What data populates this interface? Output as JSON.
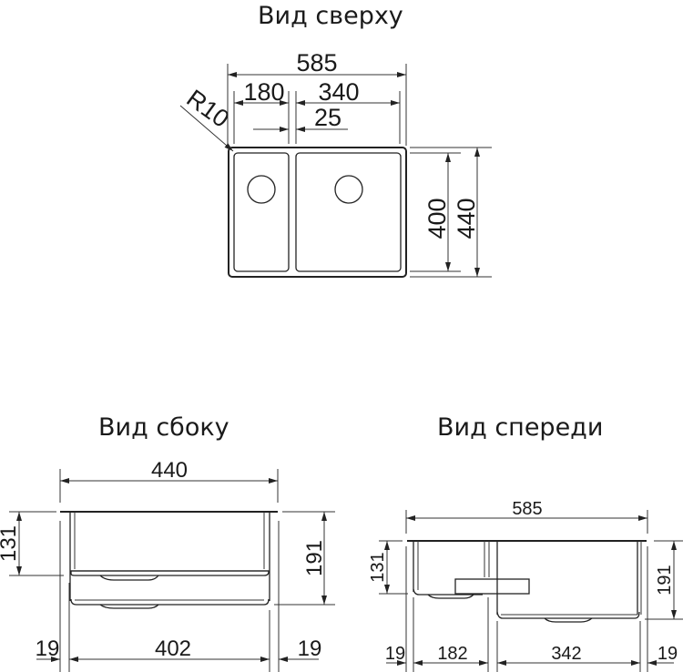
{
  "views": {
    "top": {
      "title": "Вид сверху",
      "dims": {
        "overall_width": "585",
        "left_bowl_width": "180",
        "right_bowl_width": "340",
        "divider": "25",
        "radius": "R10",
        "inner_depth": "400",
        "overall_depth": "440"
      }
    },
    "side": {
      "title": "Вид сбоку",
      "dims": {
        "overall_width": "440",
        "small_bowl_height": "131",
        "large_bowl_height": "191",
        "left_flange": "19",
        "inner_width": "402",
        "right_flange": "19"
      }
    },
    "front": {
      "title": "Вид спереди",
      "dims": {
        "overall_width": "585",
        "small_bowl_height": "131",
        "large_bowl_height": "191",
        "left_flange": "19",
        "left_bowl_width": "182",
        "right_bowl_width": "342",
        "right_flange": "19"
      }
    }
  },
  "colors": {
    "line": "#222222",
    "background": "#ffffff"
  }
}
